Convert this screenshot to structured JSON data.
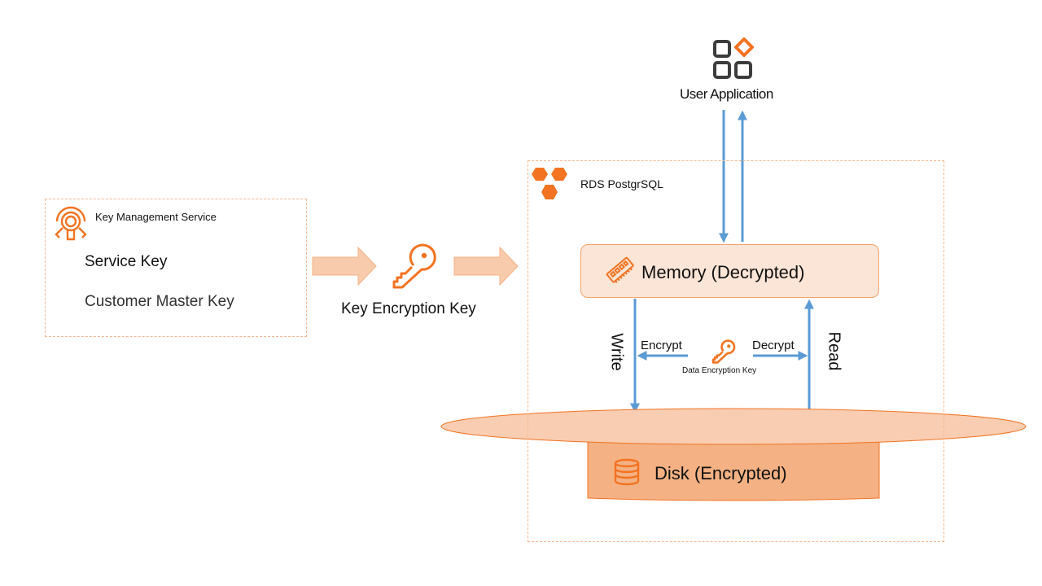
{
  "colors": {
    "accent_orange": "#f27321",
    "arrow_blue": "#5b9bd5",
    "memory_fill": "#fbe5d6",
    "disk_top": "#f8cdb1",
    "disk_body": "#f4b183",
    "block_arrow": "#f8cbad"
  },
  "kms": {
    "title": "Key Management Service",
    "icon": "kms-key-icon",
    "items": [
      "Service Key",
      "Customer Master Key"
    ]
  },
  "kek": {
    "label": "Key Encryption Key",
    "icon": "key-icon"
  },
  "user_app": {
    "label": "User Application",
    "icon": "apps-grid-icon"
  },
  "rds": {
    "title": "RDS PostgrSQL",
    "icon": "rds-hexagons-icon",
    "memory": {
      "label": "Memory (Decrypted)",
      "icon": "memory-chip-icon"
    },
    "disk": {
      "label": "Disk (Encrypted)",
      "icon": "database-icon"
    },
    "write_label": "Write",
    "read_label": "Read",
    "encrypt_label": "Encrypt",
    "decrypt_label": "Decrypt",
    "dek_label": "Data Encryption Key",
    "dek_icon": "key-icon"
  }
}
